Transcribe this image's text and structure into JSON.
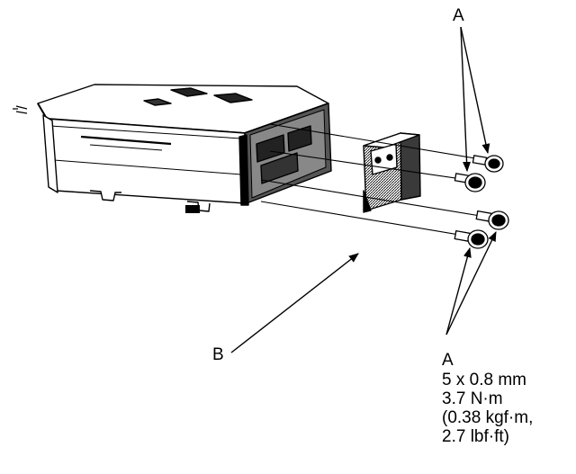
{
  "diagram": {
    "label_top": "A",
    "label_bottom": "A",
    "label_b": "B",
    "spec": {
      "size": "5 x 0.8 mm",
      "torque_nm": "3.7 N·m",
      "torque_kgf": "(0.38 kgf·m,",
      "torque_lbf": "2.7 lbf·ft)"
    }
  },
  "colors": {
    "ink": "#000000",
    "paper": "#ffffff",
    "shade": "#6a6a6a"
  },
  "icons": [
    "audio-unit-icon",
    "mounting-bracket-icon",
    "flange-bolt-icon",
    "leader-arrow-icon"
  ]
}
